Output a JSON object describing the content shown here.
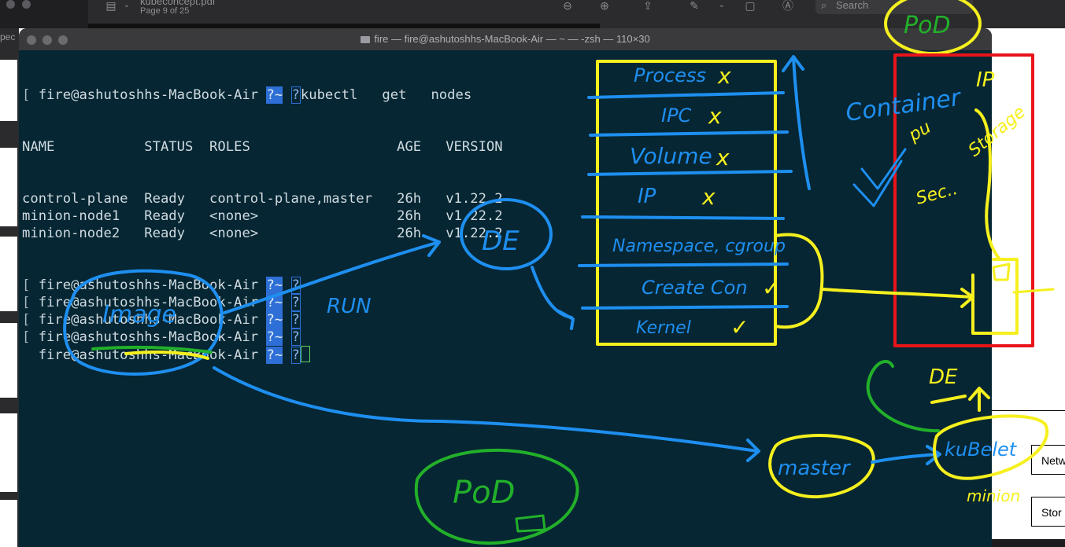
{
  "pdf_viewer": {
    "document_title": "kubeconcept.pdf",
    "page_indicator": "Page 9 of 25",
    "sidebar_label": "pec",
    "search_placeholder": "Search",
    "right_boxes": [
      "Netw",
      "Stor"
    ]
  },
  "terminal": {
    "window_title": "fire — fire@ashutoshhs-MacBook-Air — ~ — -zsh — 110×30",
    "prompt_user": "fire@ashutoshhs-MacBook-Air",
    "prompt_dir": "~",
    "prompt_glyph": "?",
    "command": "kubectl   get   nodes",
    "table": {
      "headers": [
        "NAME",
        "STATUS",
        "ROLES",
        "AGE",
        "VERSION"
      ],
      "rows": [
        [
          "control-plane",
          "Ready",
          "control-plane,master",
          "26h",
          "v1.22.2"
        ],
        [
          "minion-node1",
          "Ready",
          "<none>",
          "26h",
          "v1.22.2"
        ],
        [
          "minion-node2",
          "Ready",
          "<none>",
          "26h",
          "v1.22.2"
        ]
      ]
    }
  },
  "annotations": {
    "colors": {
      "blue": "#1e8ff0",
      "yellow": "#f5f01e",
      "green": "#22b02a",
      "red": "#e8141a"
    },
    "labels": {
      "pod_top": "PoD",
      "pod_bottom": "PoD",
      "image": "Image",
      "run": "RUN",
      "de_circle": "DE",
      "de_right": "DE",
      "master": "master",
      "kubelet": "kuBelet",
      "minion": "minion",
      "container": "Container",
      "stack_items": [
        "Process",
        "IPC",
        "Volume",
        "IP",
        "Namespace, cgroup",
        "Create Con",
        "Kernel"
      ],
      "stack_marks": [
        "x",
        "x",
        "x",
        "x",
        "",
        "✓",
        "✓"
      ],
      "pod_box_words": [
        "IP",
        "Sec..",
        "Storage",
        "pu"
      ]
    }
  }
}
